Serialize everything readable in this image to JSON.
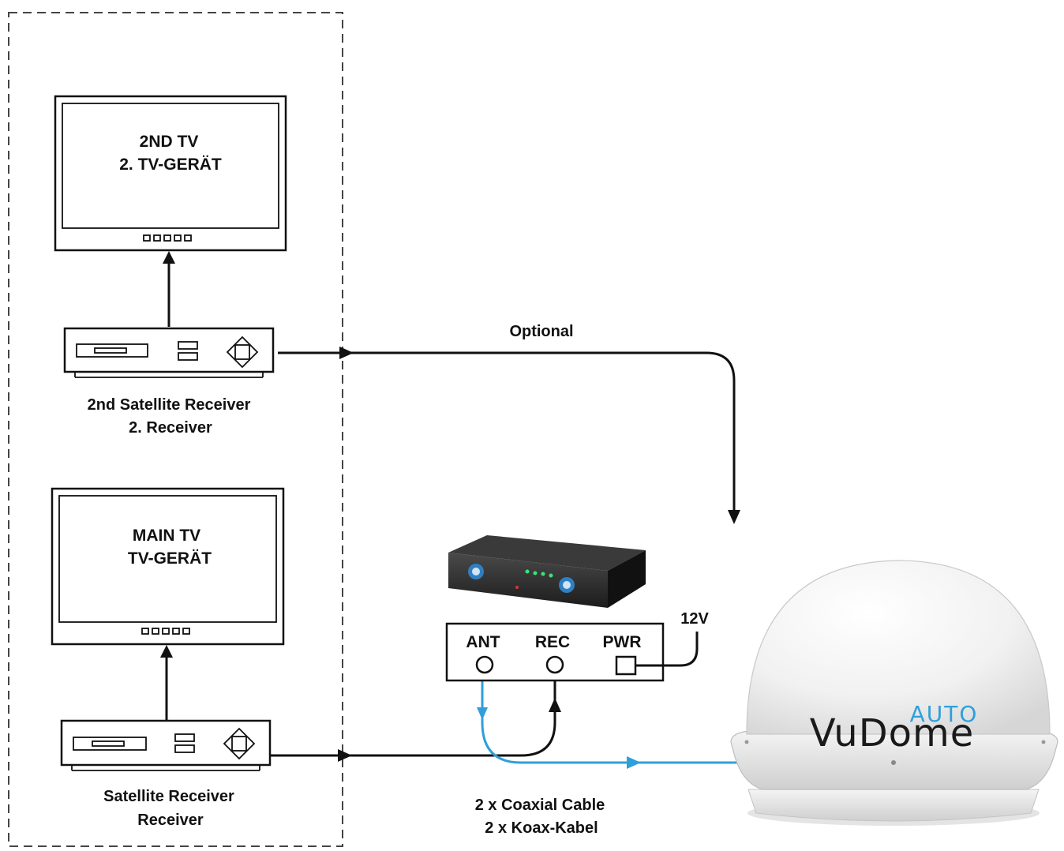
{
  "second_tv": {
    "line1": "2ND TV",
    "line2": "2. TV-GERÄT"
  },
  "second_receiver": {
    "line1": "2nd Satellite Receiver",
    "line2": "2. Receiver"
  },
  "main_tv": {
    "line1": "MAIN TV",
    "line2": "TV-GERÄT"
  },
  "main_receiver": {
    "line1": "Satellite Receiver",
    "line2": "Receiver"
  },
  "optional_label": "Optional",
  "control_box": {
    "ant": "ANT",
    "rec": "REC",
    "pwr": "PWR"
  },
  "power_label": "12V",
  "cable_label": {
    "line1": "2 x Coaxial Cable",
    "line2": "2 x Koax-Kabel"
  },
  "dome": {
    "brand": "VuDome",
    "brand_suffix": "AUTO"
  },
  "colors": {
    "coax": "#2f9fdb",
    "line": "#111111"
  }
}
